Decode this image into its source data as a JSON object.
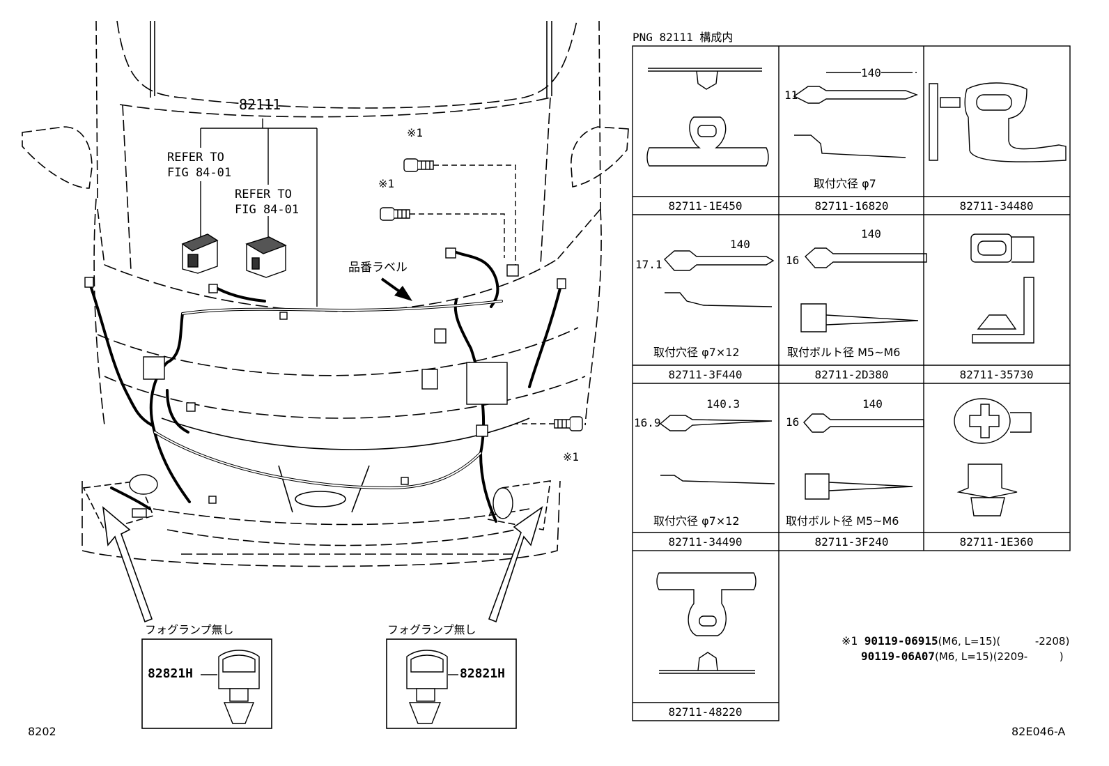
{
  "header": {
    "title": "PNG 82111 構成内"
  },
  "main_part": "82111",
  "refer_labels": [
    {
      "line1": "REFER TO",
      "line2": "FIG 84-01"
    },
    {
      "line1": "REFER TO",
      "line2": "FIG 84-01"
    }
  ],
  "bolt_marks": [
    "※1",
    "※1",
    "※1"
  ],
  "label_part_no": "品番ラベル",
  "fog_insets": [
    {
      "caption": "フォグランプ無し",
      "part": "82821H"
    },
    {
      "caption": "フォグランプ無し",
      "part": "82821H"
    }
  ],
  "clips": [
    {
      "part": "82711-1E450",
      "note": "",
      "dims": []
    },
    {
      "part": "82711-16820",
      "note": "取付穴径 φ7",
      "dims": [
        "140",
        "11"
      ]
    },
    {
      "part": "82711-34480",
      "note": "",
      "dims": []
    },
    {
      "part": "82711-3F440",
      "note": "取付穴径 φ7×12",
      "dims": [
        "140",
        "17.1"
      ]
    },
    {
      "part": "82711-2D380",
      "note": "取付ボルト径 M5~M6",
      "dims": [
        "140",
        "16"
      ]
    },
    {
      "part": "82711-35730",
      "note": "",
      "dims": []
    },
    {
      "part": "82711-34490",
      "note": "取付穴径 φ7×12",
      "dims": [
        "140.3",
        "16.9"
      ]
    },
    {
      "part": "82711-3F240",
      "note": "取付ボルト径 M5~M6",
      "dims": [
        "140",
        "16"
      ]
    },
    {
      "part": "82711-1E360",
      "note": "",
      "dims": []
    },
    {
      "part": "82711-48220",
      "note": "",
      "dims": []
    }
  ],
  "footnote": {
    "mark": "※1",
    "line1_part": "90119-06915",
    "line1_spec": "(M6, L=15)(",
    "line1_range": "-2208)",
    "line2_part": "90119-06A07",
    "line2_spec": "(M6, L=15)(2209-",
    "line2_range": ")"
  },
  "page_code": "8202",
  "figure_code": "82E046-A"
}
